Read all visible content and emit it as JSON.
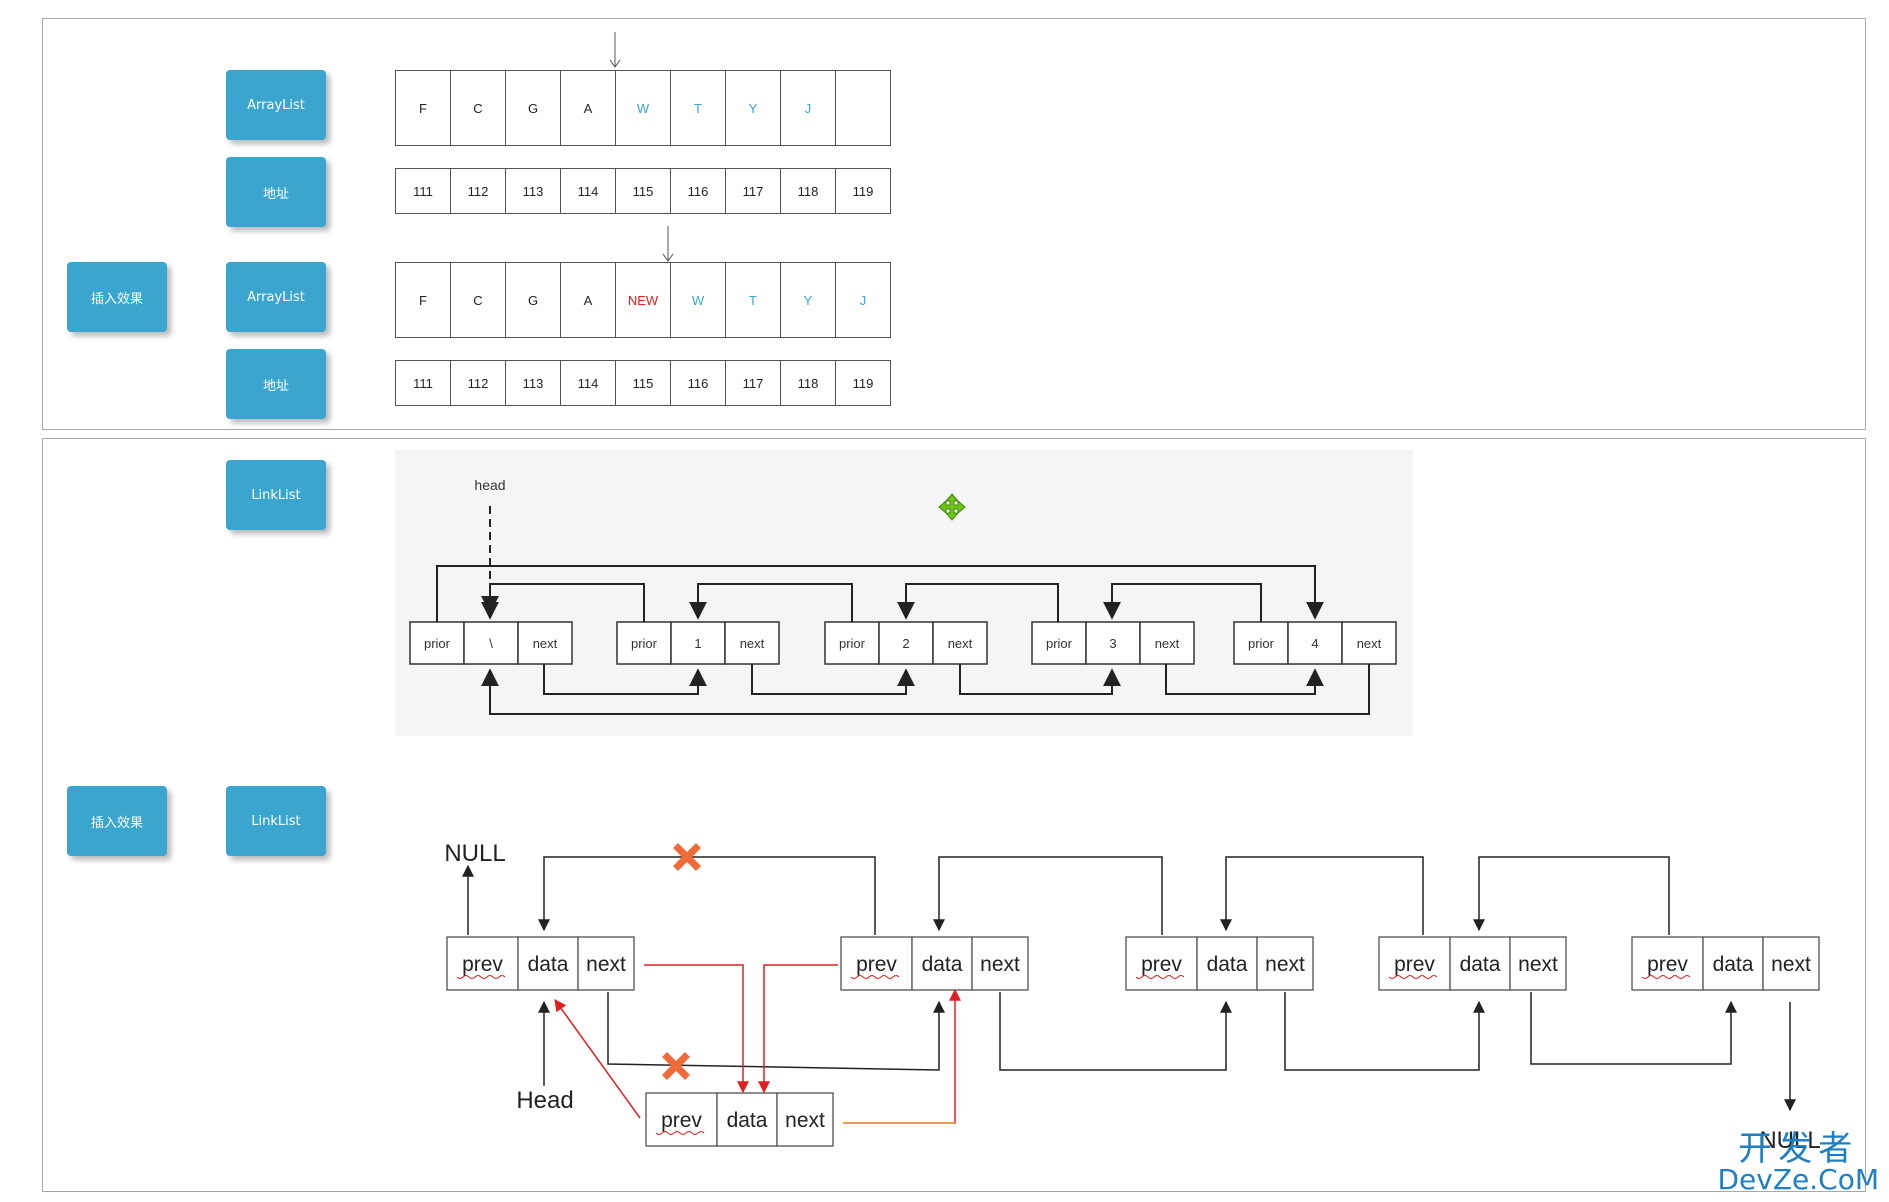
{
  "buttons": {
    "arraylist": "ArrayList",
    "address": "地址",
    "insert_effect": "插入效果",
    "linklist": "LinkList"
  },
  "array_top": {
    "values": [
      {
        "text": "F",
        "color": "black"
      },
      {
        "text": "C",
        "color": "black"
      },
      {
        "text": "G",
        "color": "black"
      },
      {
        "text": "A",
        "color": "black"
      },
      {
        "text": "W",
        "color": "blue"
      },
      {
        "text": "T",
        "color": "blue"
      },
      {
        "text": "Y",
        "color": "blue"
      },
      {
        "text": "J",
        "color": "blue"
      },
      {
        "text": "",
        "color": "black"
      }
    ],
    "addresses": [
      "111",
      "112",
      "113",
      "114",
      "115",
      "116",
      "117",
      "118",
      "119"
    ]
  },
  "array_insert": {
    "values": [
      {
        "text": "F",
        "color": "black"
      },
      {
        "text": "C",
        "color": "black"
      },
      {
        "text": "G",
        "color": "black"
      },
      {
        "text": "A",
        "color": "black"
      },
      {
        "text": "NEW",
        "color": "red"
      },
      {
        "text": "W",
        "color": "blue"
      },
      {
        "text": "T",
        "color": "blue"
      },
      {
        "text": "Y",
        "color": "blue"
      },
      {
        "text": "J",
        "color": "blue"
      }
    ],
    "addresses": [
      "111",
      "112",
      "113",
      "114",
      "115",
      "116",
      "117",
      "118",
      "119"
    ]
  },
  "linklist_circular": {
    "head_label": "head",
    "nodes": [
      {
        "prior": "prior",
        "value": "\\",
        "next": "next"
      },
      {
        "prior": "prior",
        "value": "1",
        "next": "next"
      },
      {
        "prior": "prior",
        "value": "2",
        "next": "next"
      },
      {
        "prior": "prior",
        "value": "3",
        "next": "next"
      },
      {
        "prior": "prior",
        "value": "4",
        "next": "next"
      }
    ]
  },
  "linklist_insert": {
    "null_top": "NULL",
    "null_bottom": "NULL",
    "head_label": "Head",
    "node_fields": [
      "prev",
      "data",
      "next"
    ]
  },
  "watermark": {
    "line1": "开发者",
    "line2": "DevZe.CoM"
  },
  "colors": {
    "button": "#3aa6d0",
    "blue_text": "#3aa6d0",
    "red": "#e02020",
    "cross": "#f06a3a",
    "move_icon": "#6cc417",
    "orange_line": "#e8a040"
  }
}
